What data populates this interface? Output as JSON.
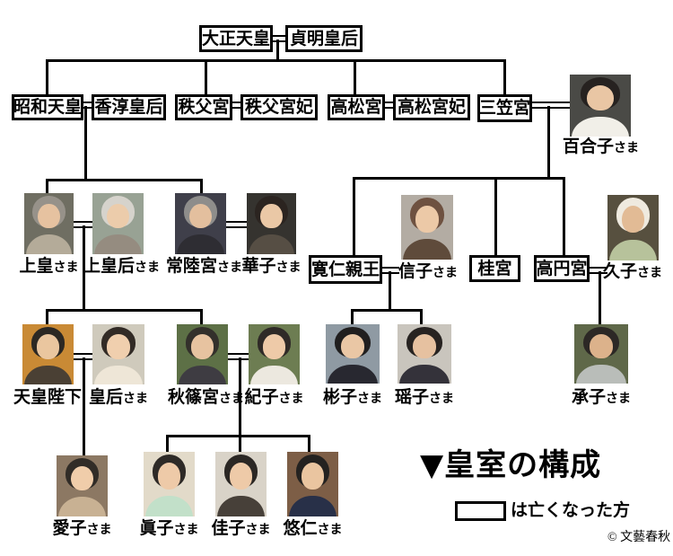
{
  "title": "▼皇室の構成",
  "legend": {
    "text": "は亡くなった方"
  },
  "credit": "© 文藝春秋",
  "colors": {
    "line": "#000000",
    "background": "#ffffff",
    "text": "#000000"
  },
  "people": {
    "taisho": {
      "label": "大正天皇",
      "deceased": true
    },
    "teimei": {
      "label": "貞明皇后",
      "deceased": true
    },
    "showa": {
      "label": "昭和天皇",
      "deceased": true
    },
    "kojun": {
      "label": "香淳皇后",
      "deceased": true
    },
    "chichibu": {
      "label": "秩父宮",
      "deceased": true
    },
    "chichibuhi": {
      "label": "秩父宮妃",
      "deceased": true
    },
    "takamatsu": {
      "label": "高松宮",
      "deceased": true
    },
    "takamatsuhi": {
      "label": "高松宮妃",
      "deceased": true
    },
    "mikasa": {
      "label": "三笠宮",
      "deceased": true
    },
    "tomohito": {
      "label": "寛仁親王",
      "deceased": true
    },
    "katsura": {
      "label": "桂宮",
      "deceased": true
    },
    "takamado": {
      "label": "高円宮",
      "deceased": true
    },
    "yuriko": {
      "name": "百合子",
      "honorific": "さま",
      "photo": {
        "bg": "#4a4a46",
        "hair": "#262220",
        "skin": "#e9c6a4",
        "cloth": "#f1efe8"
      }
    },
    "joko": {
      "name": "上皇",
      "honorific": "さま",
      "photo": {
        "bg": "#6f6e62",
        "hair": "#97928a",
        "skin": "#e6c2a0",
        "cloth": "#b4ab99"
      }
    },
    "jokogo": {
      "name": "上皇后",
      "honorific": "さま",
      "photo": {
        "bg": "#98a294",
        "hair": "#d6d3cc",
        "skin": "#ecccab",
        "cloth": "#958c80"
      }
    },
    "hitachi": {
      "name": "常陸宮",
      "honorific": "さま",
      "photo": {
        "bg": "#3f3f4a",
        "hair": "#8e8d8b",
        "skin": "#e3bf9e",
        "cloth": "#2e2d33"
      }
    },
    "hanako": {
      "name": "華子",
      "honorific": "さま",
      "photo": {
        "bg": "#35332f",
        "hair": "#2b2420",
        "skin": "#eac8a6",
        "cloth": "#564e44"
      }
    },
    "nobuko": {
      "name": "信子",
      "honorific": "さま",
      "photo": {
        "bg": "#b3aca3",
        "hair": "#6e5140",
        "skin": "#ecc9a7",
        "cloth": "#5f4b3b"
      }
    },
    "hisako": {
      "name": "久子",
      "honorific": "さま",
      "photo": {
        "bg": "#57503f",
        "hair": "#efeadf",
        "skin": "#e2bb95",
        "cloth": "#b7c29b"
      }
    },
    "tenno": {
      "name": "天皇陛下",
      "honorific": "",
      "photo": {
        "bg": "#c98a35",
        "hair": "#2c2823",
        "skin": "#eac69f",
        "cloth": "#4a4034"
      }
    },
    "kogo": {
      "name": "皇后",
      "honorific": "さま",
      "photo": {
        "bg": "#cfcabc",
        "hair": "#322b26",
        "skin": "#f0cfae",
        "cloth": "#eee6d7"
      }
    },
    "akishino": {
      "name": "秋篠宮",
      "honorific": "さま",
      "photo": {
        "bg": "#5d7046",
        "hair": "#33302b",
        "skin": "#e7c3a0",
        "cloth": "#3e3c42"
      }
    },
    "kiko": {
      "name": "紀子",
      "honorific": "さま",
      "photo": {
        "bg": "#6d7d52",
        "hair": "#2f2a27",
        "skin": "#eecaa8",
        "cloth": "#ece8df"
      }
    },
    "akiko": {
      "name": "彬子",
      "honorific": "さま",
      "photo": {
        "bg": "#8f9aa3",
        "hair": "#211f1f",
        "skin": "#eac7a5",
        "cloth": "#282830"
      }
    },
    "yoko": {
      "name": "瑶子",
      "honorific": "さま",
      "photo": {
        "bg": "#c9c5bd",
        "hair": "#272321",
        "skin": "#e6c1a0",
        "cloth": "#34323a"
      }
    },
    "tsuguko": {
      "name": "承子",
      "honorific": "さま",
      "photo": {
        "bg": "#5f6849",
        "hair": "#2c2825",
        "skin": "#dcb28b",
        "cloth": "#b9bdb9"
      }
    },
    "aiko": {
      "name": "愛子",
      "honorific": "さま",
      "photo": {
        "bg": "#8c7863",
        "hair": "#312c27",
        "skin": "#f0cdaa",
        "cloth": "#c8b193"
      }
    },
    "mako": {
      "name": "眞子",
      "honorific": "さま",
      "photo": {
        "bg": "#e2dac9",
        "hair": "#2e2a27",
        "skin": "#eecaa8",
        "cloth": "#c2e0c9"
      }
    },
    "kako": {
      "name": "佳子",
      "honorific": "さま",
      "photo": {
        "bg": "#d9d3c8",
        "hair": "#2b2724",
        "skin": "#eecaa8",
        "cloth": "#474039"
      }
    },
    "hisahito": {
      "name": "悠仁",
      "honorific": "さま",
      "photo": {
        "bg": "#7d5e46",
        "hair": "#242220",
        "skin": "#eac5a0",
        "cloth": "#283048"
      }
    }
  }
}
